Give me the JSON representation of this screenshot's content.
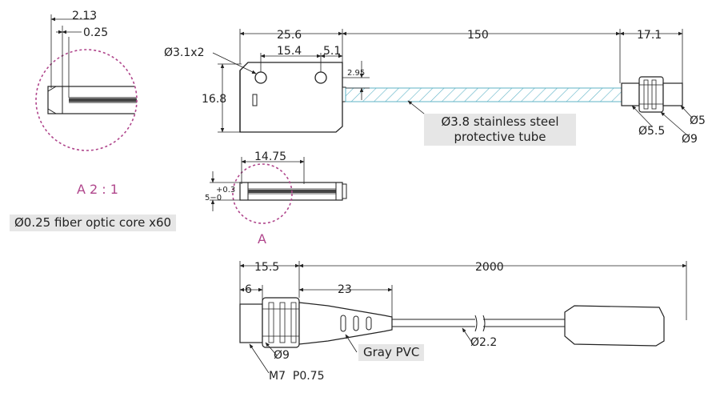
{
  "callouts": {
    "tube_line1": "Ø3.8 stainless steel",
    "tube_line2": "protective tube",
    "core": "Ø0.25 fiber optic core x60",
    "cable": "Gray PVC"
  },
  "detail": {
    "label": "A 2 : 1",
    "ref": "A",
    "dim_213": "2.13",
    "dim_025": "0.25"
  },
  "head": {
    "dim_width": "25.6",
    "dim_tube": "150",
    "dim_connector": "17.1",
    "dim_holes": "Ø3.1x2",
    "dim_pitch": "15.4",
    "dim_hole_offset": "5.1",
    "dim_height": "16.8",
    "dim_295": "2.95",
    "dim_d5": "Ø5",
    "dim_d55": "Ø5.5",
    "dim_d9": "Ø9"
  },
  "side": {
    "dim_1475": "14.75",
    "tol_plus": "+0.3",
    "tol_5": "5−0"
  },
  "plug": {
    "dim_155": "15.5",
    "dim_2000": "2000",
    "dim_6": "6",
    "dim_23": "23",
    "dim_d9": "Ø9",
    "dim_d22": "Ø2.2",
    "thread": "M7  P0.75"
  },
  "colors": {
    "line": "#222222",
    "detail": "#b0468c",
    "hatch": "#5fb3c6",
    "callout_bg": "#e6e6e6"
  }
}
